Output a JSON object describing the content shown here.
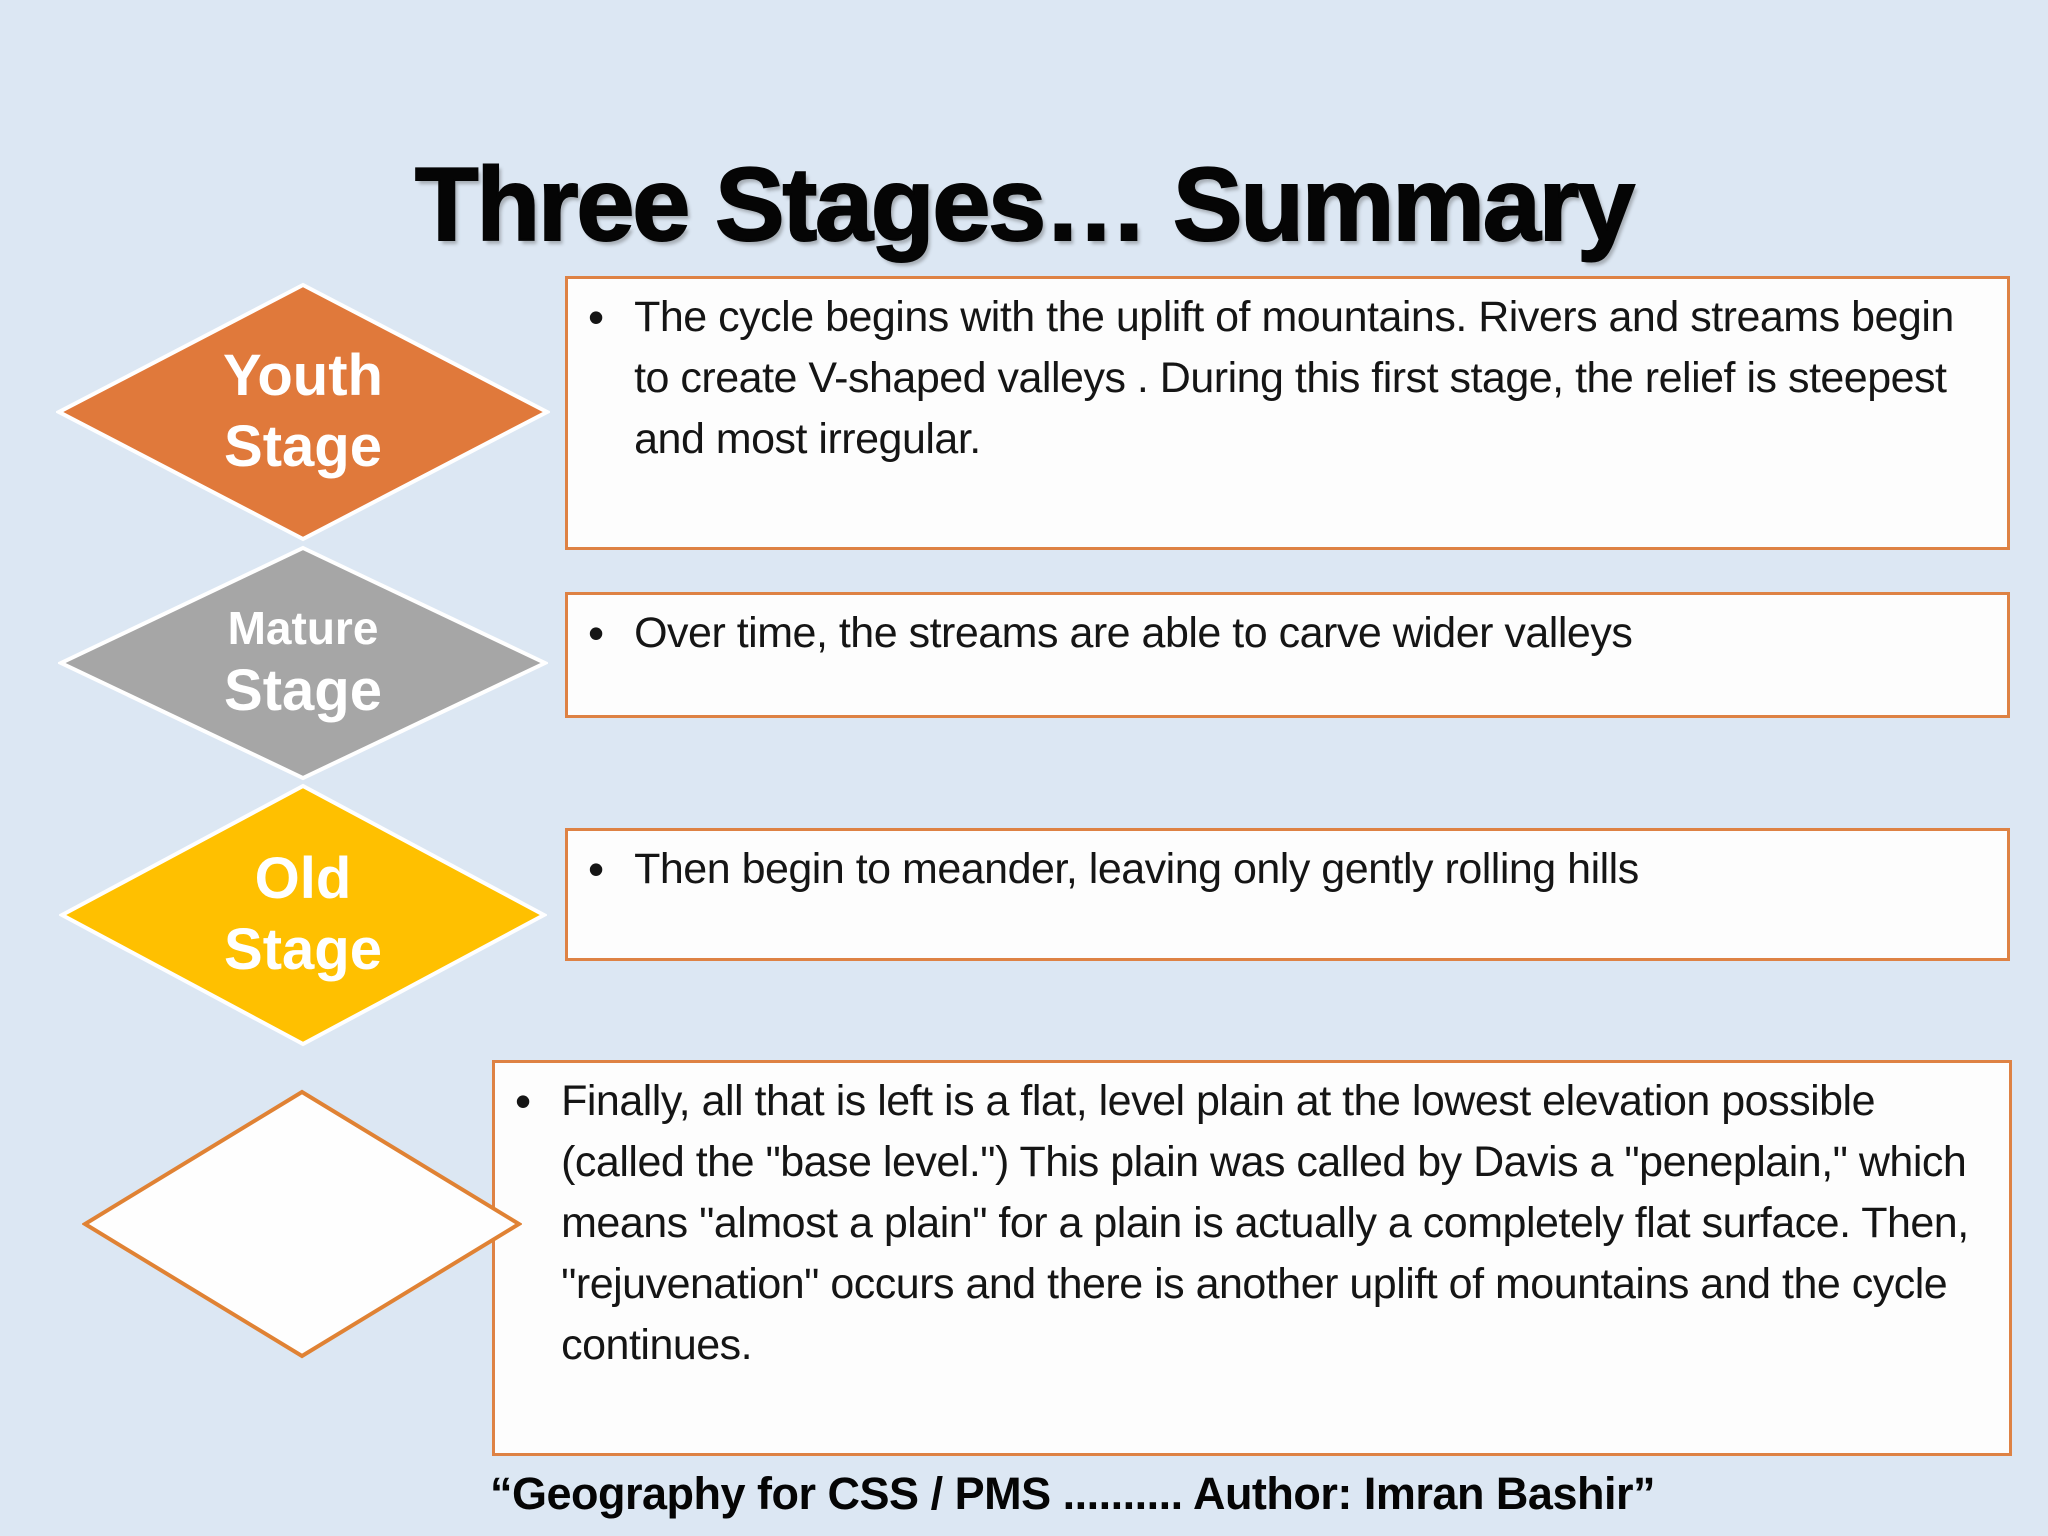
{
  "slide": {
    "title": "Three Stages… Summary",
    "bullet_glyph": "•",
    "footer": "“Geography for CSS / PMS .......... Author: Imran Bashir”",
    "colors": {
      "background": "#DCE7F3",
      "youth_diamond": "#E0793B",
      "mature_diamond": "#A6A6A6",
      "old_diamond": "#FFC000",
      "empty_diamond_fill": "#FEFEFE",
      "empty_diamond_border": "#E08234",
      "box_border": "#DE8244",
      "box_background": "#FDFDFD",
      "diamond_label_text": "#FFFFFF",
      "body_text": "#151515"
    },
    "stages": [
      {
        "label_line1": "Youth",
        "label_line2": "Stage",
        "fill": "#E0793B",
        "text": "The cycle begins with the uplift of mountains. Rivers and streams begin to create V-shaped valleys . During this first stage, the relief is steepest and most irregular."
      },
      {
        "label_line1": "Mature",
        "label_line2": "Stage",
        "fill": "#A6A6A6",
        "text": "Over time, the streams are able to carve wider valleys"
      },
      {
        "label_line1": "Old",
        "label_line2": "Stage",
        "fill": "#FFC000",
        "text": "Then begin to meander, leaving only gently rolling hills"
      },
      {
        "label_line1": "",
        "label_line2": "",
        "fill": "#FEFEFE",
        "text": "Finally, all that is left is a flat, level plain at the lowest elevation possible (called the \"base level.\") This plain was called by Davis a \"peneplain,\" which means \"almost a plain\" for a plain is actually a completely flat surface. Then, \"rejuvenation\" occurs and there is another uplift of mountains and the cycle continues."
      }
    ]
  }
}
